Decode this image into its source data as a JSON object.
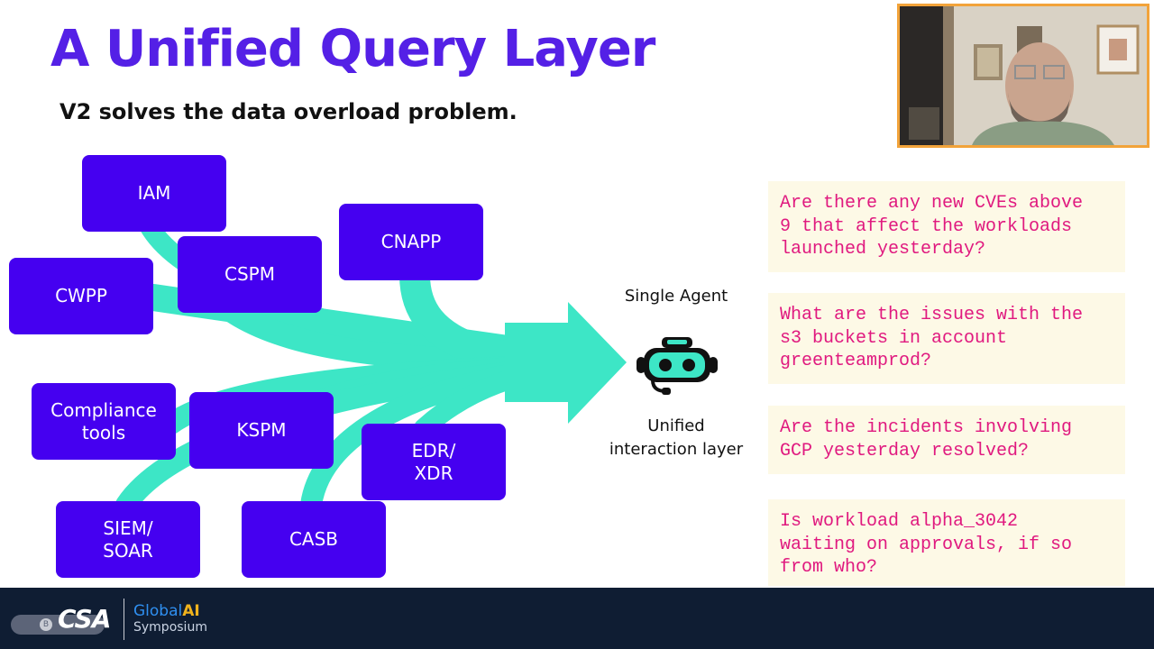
{
  "slide": {
    "title": "A Unified Query Layer",
    "subtitle": "V2 solves the data overload problem."
  },
  "sources": {
    "iam": "IAM",
    "cnapp": "CNAPP",
    "cspm": "CSPM",
    "cwpp": "CWPP",
    "compliance": "Compliance\ntools",
    "kspm": "KSPM",
    "edr": "EDR/\nXDR",
    "siem": "SIEM/\nSOAR",
    "casb": "CASB"
  },
  "agent": {
    "title": "Single Agent",
    "subtitle": "Unified\ninteraction layer",
    "icon": "robot-icon"
  },
  "questions": [
    "Are there any new CVEs above\n9 that affect the workloads\nlaunched yesterday?",
    "What are the issues with the\ns3 buckets in account\ngreenteamprod?",
    "Are the incidents involving\nGCP yesterday resolved?",
    "Is workload alpha_3042\nwaiting on approvals, if so\nfrom who?"
  ],
  "footer": {
    "org_logo": "CSA",
    "brand_word1": "Global",
    "brand_word2": "AI",
    "brand_line2": "Symposium"
  },
  "colors": {
    "title": "#5420e6",
    "box": "#4500f0",
    "flow": "#3de6c6",
    "question_text": "#e0197f",
    "question_bg": "#fdf9e6",
    "footer_bg": "#0f1d33"
  }
}
